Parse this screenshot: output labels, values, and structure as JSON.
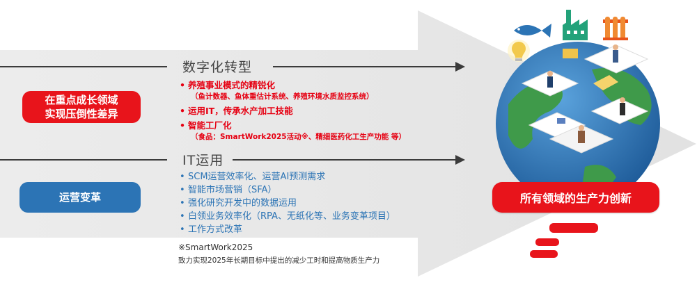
{
  "sections": {
    "top": {
      "title": "数字化转型",
      "pill": [
        "在重点成长领域",
        "实现压倒性差异"
      ],
      "items": [
        {
          "label": "养殖事业模式的精锐化",
          "sub": "（鱼计数器、鱼体重估计系统、养殖环境水质监控系统）"
        },
        {
          "label": "运用IT，传承水产加工技能",
          "sub": ""
        },
        {
          "label": "智能工厂化",
          "sub": "（食品：SmartWork2025活动※、精细医药化工生产功能 等）"
        }
      ]
    },
    "bottom": {
      "title": "IT运用",
      "pill": "运营变革",
      "items": [
        "SCM运营效率化、运营AI预测需求",
        "智能市场营销（SFA）",
        "强化研究开发中的数据运用",
        "白领业务效率化（RPA、无纸化等、业务变革项目）",
        "工作方式改革"
      ]
    }
  },
  "footnote": {
    "title": "※SmartWork2025",
    "text": "致力实现2025年长期目标中提出的减少工时和提高物质生产力"
  },
  "result_badge": "所有领域的生产力创新",
  "colors": {
    "red": "#e8141b",
    "blue": "#2c74b5",
    "arrow_bg": "#e9e9e9",
    "globe_ocean": "#2a6fb0",
    "globe_land": "#3f9a4a"
  },
  "icons": [
    "fish-icon",
    "factory-icon",
    "test-tubes-icon",
    "lightbulb-icon"
  ]
}
